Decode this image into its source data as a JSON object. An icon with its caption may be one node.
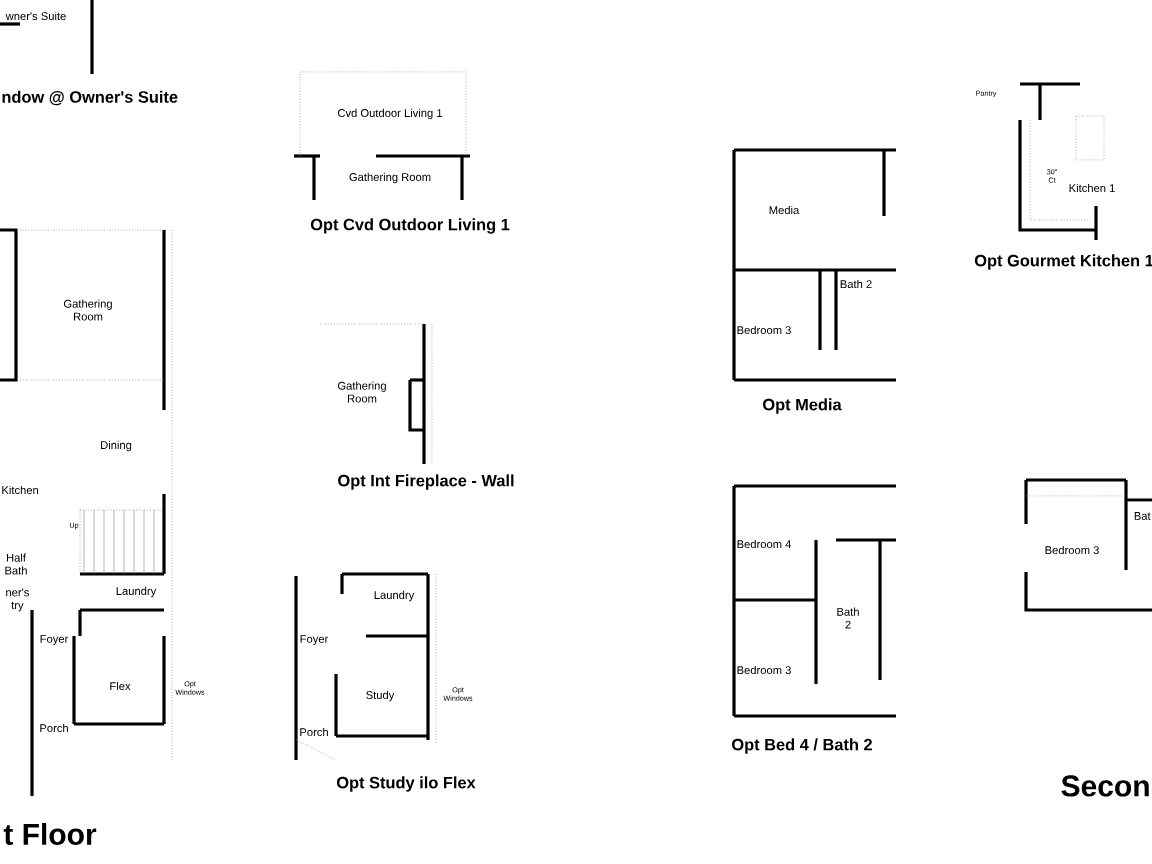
{
  "diagram": {
    "labels": [
      "wner's Suite",
      "ndow @ Owner's Suite",
      "Cvd Outdoor Living 1",
      "Gathering Room",
      "Opt Cvd Outdoor Living 1",
      "Gathering Room",
      "Kitchen",
      "Dining",
      "Up",
      "Half Bath",
      "ner's try",
      "Laundry",
      "Foyer",
      "Flex",
      "Opt Windows",
      "Porch",
      "t Floor",
      "Gathering Room",
      "Opt Int Fireplace - Wall",
      "Laundry",
      "Foyer",
      "Study",
      "Opt Windows",
      "Porch",
      "Opt Study ilo Flex",
      "Media",
      "Bath 2",
      "Bedroom 3",
      "Opt Media",
      "Pantry",
      "30\" Ct",
      "Kitchen 1",
      "Opt Gourmet Kitchen 1",
      "Bedroom 4",
      "Bath 2",
      "Bedroom 3",
      "Opt Bed 4 / Bath 2",
      "Bedroom 3",
      "Bat",
      "Secon"
    ]
  }
}
